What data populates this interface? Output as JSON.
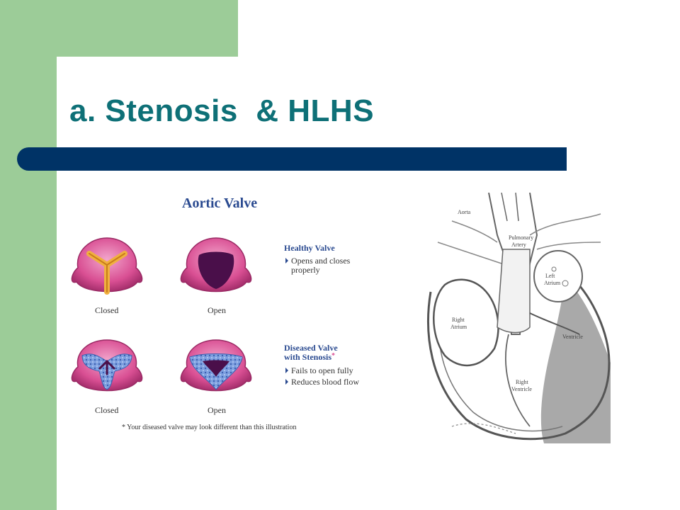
{
  "slide": {
    "title": "a. Stenosis  & HLHS"
  },
  "valve_figure": {
    "heading": "Aortic Valve",
    "healthy": {
      "title": "Healthy Valve",
      "bullet_lines": [
        "Opens and closes",
        "properly"
      ],
      "closed_label": "Closed",
      "open_label": "Open"
    },
    "diseased": {
      "title_line1": "Diseased Valve",
      "title_line2": "with Stenosis",
      "asterisk": "*",
      "bullet1": "Fails to open fully",
      "bullet2": "Reduces blood flow",
      "closed_label": "Closed",
      "open_label": "Open"
    },
    "footnote": "* Your diseased valve may look different than this illustration"
  },
  "heart_figure": {
    "labels": {
      "aorta": "Aorta",
      "pulmonary_artery_1": "Pulmonary",
      "pulmonary_artery_2": "Artery",
      "left_atrium_1": "Left",
      "left_atrium_2": "Atrium",
      "right_atrium_1": "Right",
      "right_atrium_2": "Atrium",
      "right_ventricle_1": "Right",
      "right_ventricle_2": "Ventricle",
      "left_ventricle": "Ventricle"
    }
  },
  "colors": {
    "green": "#9ccc98",
    "title": "#0e7077",
    "rule": "#003366",
    "valve_pink": "#d94f93",
    "valve_leaflet": "#f0b040",
    "valve_dark": "#4a0f4a",
    "calcium": "#7ea0e0",
    "figure_blue": "#2a4a90"
  }
}
